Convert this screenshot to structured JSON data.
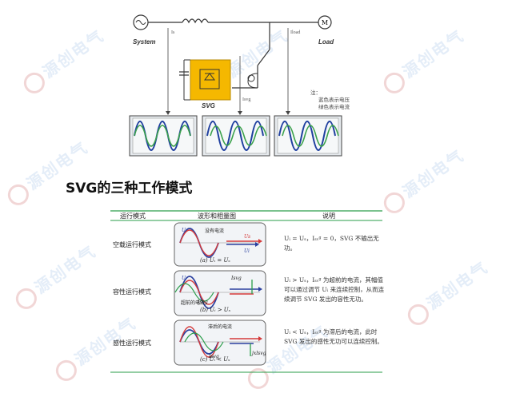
{
  "diagram": {
    "system_label": "System",
    "load_label": "Load",
    "svg_label": "SVG",
    "source_current_label": "Is",
    "load_current_label": "Iload",
    "svg_current_label": "Isvg",
    "motor_symbol": "M",
    "note_line1": "注：",
    "note_line2": "蓝色表示电压",
    "note_line3": "绿色表示电流"
  },
  "heading": "SVG的三种工作模式",
  "table": {
    "headers": [
      "运行模式",
      "波形和相量图",
      "说明"
    ],
    "rows": [
      {
        "mode": "空载运行模式",
        "caption": "(a)  Uᵢ = Uₛ",
        "inner_label": "没有电流",
        "desc": "Uᵢ = Uₛ，Iₛᵥᵍ = 0，SVG 不输出无功。"
      },
      {
        "mode": "容性运行模式",
        "caption": "(b)  Uᵢ > Uₛ",
        "inner_label": "超前的电流",
        "desc": "Uᵢ > Uₛ，Iₛᵥᵍ 为超前的电流，其幅值可以通过调节 Uᵢ 来连续控制，从而连续调节 SVG 发出的容性无功。"
      },
      {
        "mode": "感性运行模式",
        "caption": "(c)  Uᵢ < Uₛ",
        "inner_label": "滞后的电流",
        "desc": "Uᵢ < Uₛ，Iₛᵥᵍ 为滞后的电流，此时 SVG 发出的感性无功可以连续控制。"
      }
    ]
  },
  "watermark": "源创电气",
  "colors": {
    "svg_box": "#f5b800",
    "voltage": "#1f3f9f",
    "current": "#3aa14a",
    "accent": "#d43a3a",
    "watermark": "#cfe0f3"
  }
}
